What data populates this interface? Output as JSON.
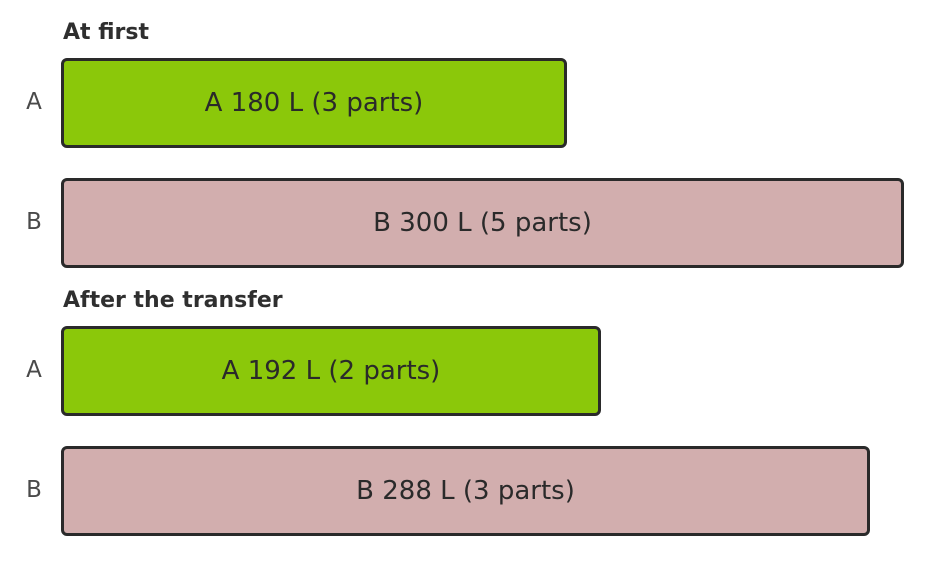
{
  "sections": [
    {
      "title": "At first",
      "rows": [
        {
          "label": "A",
          "text": "A 180 L (3 parts)",
          "volume_l": 180,
          "color": "#8bc80a"
        },
        {
          "label": "B",
          "text": "B 300 L (5 parts)",
          "volume_l": 300,
          "color": "#d2aeae"
        }
      ]
    },
    {
      "title": "After the transfer",
      "rows": [
        {
          "label": "A",
          "text": "A 192 L (2 parts)",
          "volume_l": 192,
          "color": "#8bc80a"
        },
        {
          "label": "B",
          "text": "B 288 L (3 parts)",
          "volume_l": 288,
          "color": "#d2aeae"
        }
      ]
    }
  ]
}
